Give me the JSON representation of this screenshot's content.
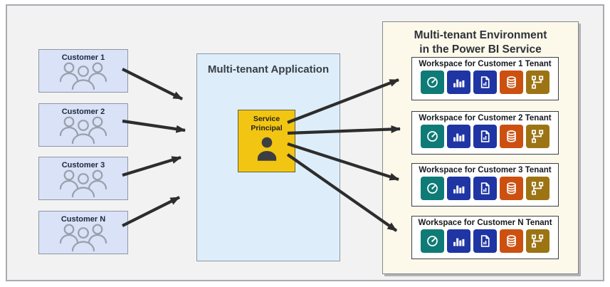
{
  "diagram": {
    "customers": [
      {
        "label": "Customer 1"
      },
      {
        "label": "Customer 2"
      },
      {
        "label": "Customer 3"
      },
      {
        "label": "Customer N"
      }
    ],
    "app": {
      "title": "Multi-tenant Application",
      "service_principal": {
        "label": "Service Principal"
      }
    },
    "environment": {
      "title_line1": "Multi-tenant Environment",
      "title_line2": "in the Power BI Service",
      "workspaces": [
        {
          "label": "Workspace for Customer 1 Tenant"
        },
        {
          "label": "Workspace for Customer 2 Tenant"
        },
        {
          "label": "Workspace for Customer 3 Tenant"
        },
        {
          "label": "Workspace for Customer N Tenant"
        }
      ],
      "workspace_icons": [
        {
          "name": "dashboard-icon",
          "color": "#0F7B76"
        },
        {
          "name": "report-icon",
          "color": "#1F35A3"
        },
        {
          "name": "paginated-report-icon",
          "color": "#1F35A3"
        },
        {
          "name": "database-icon",
          "color": "#CC5010"
        },
        {
          "name": "dataflow-icon",
          "color": "#9C7414"
        }
      ]
    },
    "colors": {
      "arrow": "#2D2D2D",
      "customer_box": "#D9E2F6",
      "app_box": "#DDEEFA",
      "service_principal_box": "#F2C512",
      "environment_box": "#FDF9EA"
    }
  }
}
